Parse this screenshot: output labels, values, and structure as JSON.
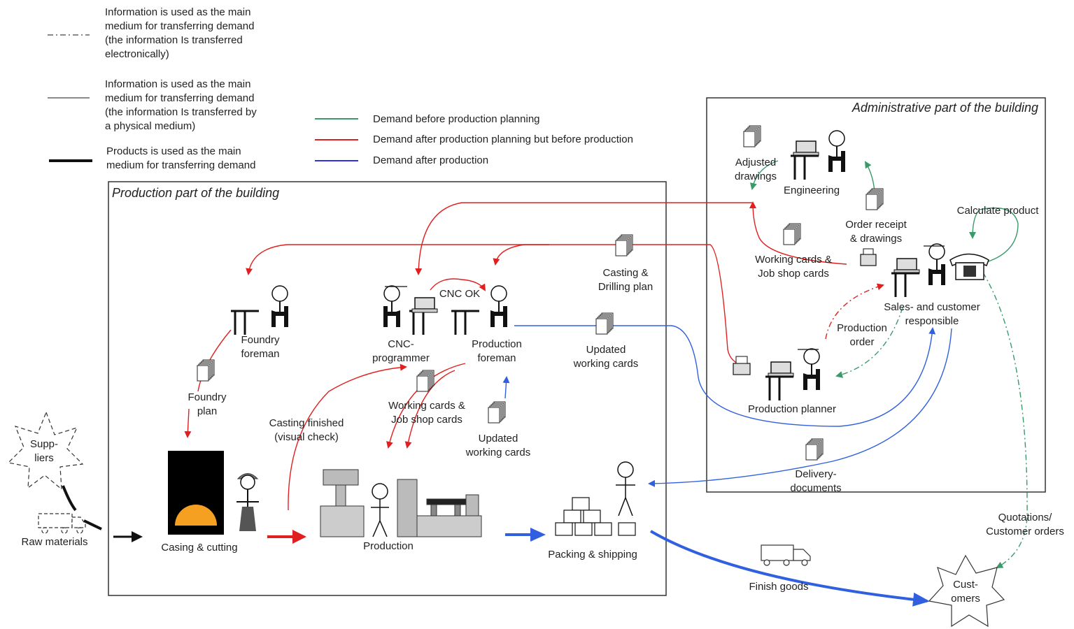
{
  "legend": {
    "electronic": "Information is used as the main\nmedium for transferring demand\n(the information Is transferred\nelectronically)",
    "physical_info": "Information is used as the main\nmedium for transferring demand\n(the information Is transferred by\na physical medium)",
    "products": "Products is used as the main\nmedium for transferring demand",
    "green": "Demand before production planning",
    "red": "Demand after production planning but before production",
    "blue": "Demand after production"
  },
  "colors": {
    "green": "#3a9a6a",
    "red": "#e02020",
    "blue": "#3060e0",
    "black": "#111111",
    "orange": "#f5a020"
  },
  "areas": {
    "production": "Production part of the building",
    "administrative": "Administrative part of the building"
  },
  "labels": {
    "suppliers": "Supp-\nliers",
    "raw_materials": "Raw materials",
    "casing_cutting": "Casing & cutting",
    "production": "Production",
    "packing_shipping": "Packing & shipping",
    "foundry_foreman": "Foundry\nforeman",
    "foundry_plan": "Foundry\nplan",
    "cnc_programmer": "CNC-\nprogrammer",
    "production_foreman": "Production\nforeman",
    "cnc_ok": "CNC OK",
    "casting_drilling_plan": "Casting  &\nDrilling plan",
    "updated_working_cards_1": "Updated\nworking cards",
    "updated_working_cards_2": "Updated\nworking cards",
    "working_cards_job_shop_1": "Working cards &\nJob shop cards",
    "working_cards_job_shop_2": "Working cards &\nJob shop cards",
    "casting_finished": "Casting finished\n(visual check)",
    "adjusted_drawings": "Adjusted\ndrawings",
    "engineering": "Engineering",
    "order_receipt": "Order receipt\n& drawings",
    "calculate_product": "Calculate product",
    "sales_customer": "Sales- and customer\nresponsible",
    "production_order": "Production\norder",
    "production_planner": "Production planner",
    "delivery_documents": "Delivery-\ndocuments",
    "quotations": "Quotations/\nCustomer orders",
    "finish_goods": "Finish goods",
    "customers": "Cust-\nomers"
  }
}
